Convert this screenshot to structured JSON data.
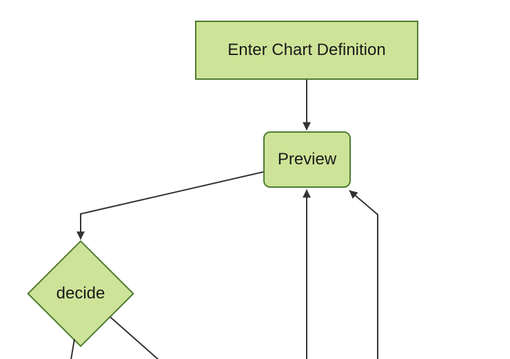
{
  "diagram": {
    "type": "flowchart",
    "background": "#ffffff",
    "palette": {
      "node_fill": "#cde498",
      "node_border": "#4e7a32",
      "edge_stroke": "#333333",
      "label_text": "#1a1a1a"
    },
    "nodes": {
      "definition": {
        "label": "Enter Chart Definition",
        "shape": "rectangle"
      },
      "preview": {
        "label": "Preview",
        "shape": "rounded-rectangle"
      },
      "decide": {
        "label": "decide",
        "shape": "diamond"
      }
    },
    "edges": [
      {
        "from": "definition",
        "to": "preview",
        "arrowhead": true
      },
      {
        "from": "preview",
        "to": "decide",
        "arrowhead": true
      },
      {
        "from": "offscreen-bottom",
        "to": "preview",
        "arrowhead": true
      },
      {
        "from": "offscreen-bottom-right",
        "to": "preview",
        "arrowhead": true
      },
      {
        "from": "decide",
        "to": "offscreen-bottom-left",
        "arrowhead": false
      },
      {
        "from": "decide",
        "to": "offscreen-bottom-right",
        "arrowhead": false
      }
    ]
  }
}
